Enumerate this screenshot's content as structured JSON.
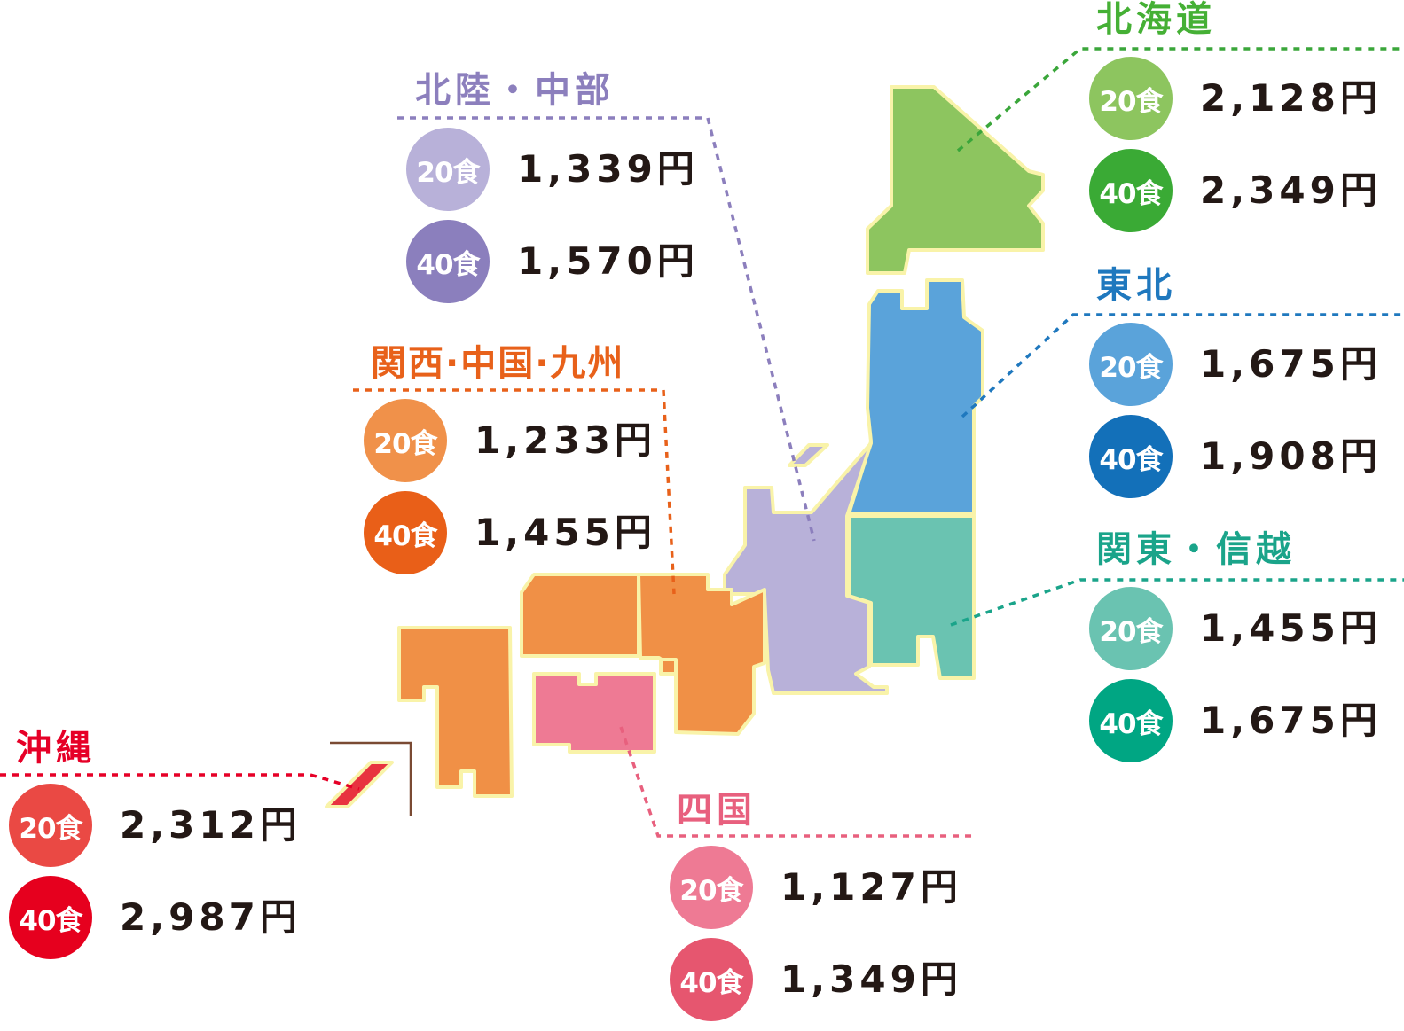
{
  "regions": [
    {
      "id": "hokkaido",
      "name": "北海道",
      "map_color": "#8dc55f",
      "title_color": "#45b035",
      "line_color": "#3aa63a",
      "prices": [
        {
          "badge": "20食",
          "price": "2,128円",
          "color": "#8dc55f"
        },
        {
          "badge": "40食",
          "price": "2,349円",
          "color": "#3aaa35"
        }
      ]
    },
    {
      "id": "tohoku",
      "name": "東北",
      "map_color": "#5aa3da",
      "title_color": "#1f78be",
      "line_color": "#1f78be",
      "prices": [
        {
          "badge": "20食",
          "price": "1,675円",
          "color": "#5aa3da"
        },
        {
          "badge": "40食",
          "price": "1,908円",
          "color": "#1370b9"
        }
      ]
    },
    {
      "id": "kanto",
      "name": "関東・信越",
      "map_color": "#6ac3b1",
      "title_color": "#1aa48a",
      "line_color": "#1aa48a",
      "prices": [
        {
          "badge": "20食",
          "price": "1,455円",
          "color": "#6ac3b1"
        },
        {
          "badge": "40食",
          "price": "1,675円",
          "color": "#00a683"
        }
      ]
    },
    {
      "id": "hokuriku",
      "name": "北陸・中部",
      "map_color": "#b8b1d9",
      "title_color": "#8c7fbd",
      "line_color": "#8c7fbd",
      "prices": [
        {
          "badge": "20食",
          "price": "1,339円",
          "color": "#b8b1d9"
        },
        {
          "badge": "40食",
          "price": "1,570円",
          "color": "#8b7fbd"
        }
      ]
    },
    {
      "id": "kansai",
      "name": "関西·中国·九州",
      "map_color": "#f09046",
      "title_color": "#e8611a",
      "line_color": "#e8611a",
      "prices": [
        {
          "badge": "20食",
          "price": "1,233円",
          "color": "#f0914a"
        },
        {
          "badge": "40食",
          "price": "1,455円",
          "color": "#e95f18"
        }
      ]
    },
    {
      "id": "shikoku",
      "name": "四国",
      "map_color": "#ee7a94",
      "title_color": "#e8607e",
      "line_color": "#e8607e",
      "prices": [
        {
          "badge": "20食",
          "price": "1,127円",
          "color": "#ee7a94"
        },
        {
          "badge": "40食",
          "price": "1,349円",
          "color": "#e6566f"
        }
      ]
    },
    {
      "id": "okinawa",
      "name": "沖縄",
      "map_color": "#e8333f",
      "title_color": "#e60027",
      "line_color": "#e60027",
      "prices": [
        {
          "badge": "20食",
          "price": "2,312円",
          "color": "#ea4944"
        },
        {
          "badge": "40食",
          "price": "2,987円",
          "color": "#e6001e"
        }
      ]
    }
  ]
}
